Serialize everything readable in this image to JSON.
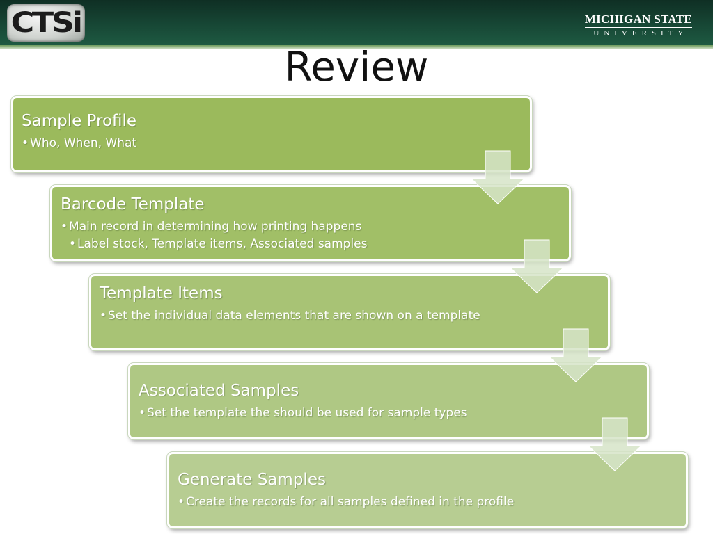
{
  "header": {
    "left_logo_text": "CTSi",
    "right_logo_top": "MICHIGAN STATE",
    "right_logo_bottom": "UNIVERSITY"
  },
  "slide": {
    "title": "Review",
    "steps": [
      {
        "heading": "Sample Profile",
        "bullets": [
          "Who, When, What"
        ],
        "sub_bullets": []
      },
      {
        "heading": "Barcode Template",
        "bullets": [
          "Main record in determining how printing happens"
        ],
        "sub_bullets": [
          "Label stock, Template items, Associated samples"
        ]
      },
      {
        "heading": "Template Items",
        "bullets": [
          "Set the individual data elements that are shown on a template"
        ],
        "sub_bullets": []
      },
      {
        "heading": "Associated Samples",
        "bullets": [
          "Set the template the should be used for sample types"
        ],
        "sub_bullets": []
      },
      {
        "heading": "Generate Samples",
        "bullets": [
          "Create the records for all samples defined in the profile"
        ],
        "sub_bullets": []
      }
    ]
  },
  "colors": {
    "banner": "#174735",
    "box_1": "#9bba5c",
    "box_2": "#a1bf67",
    "box_3": "#a8c375",
    "box_4": "#afc884",
    "box_5": "#b7cd92",
    "arrow": "#d3e2c3"
  },
  "icons": {
    "step_arrow": "down-arrow-icon",
    "bullet": "bullet-dot"
  }
}
